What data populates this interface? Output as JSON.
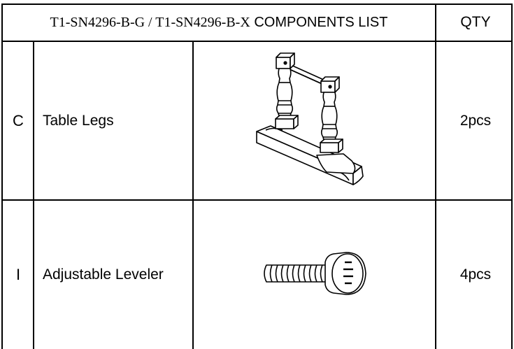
{
  "header": {
    "title_model": "T1-SN4296-B-G / T1-SN4296-B-X",
    "title_rest": "COMPONENTS LIST",
    "qty_label": "QTY"
  },
  "rows": [
    {
      "code": "C",
      "name": "Table Legs",
      "qty": "2pcs",
      "icon": "table-legs-icon"
    },
    {
      "code": "I",
      "name": "Adjustable Leveler",
      "qty": "4pcs",
      "icon": "adjustable-leveler-icon"
    }
  ]
}
